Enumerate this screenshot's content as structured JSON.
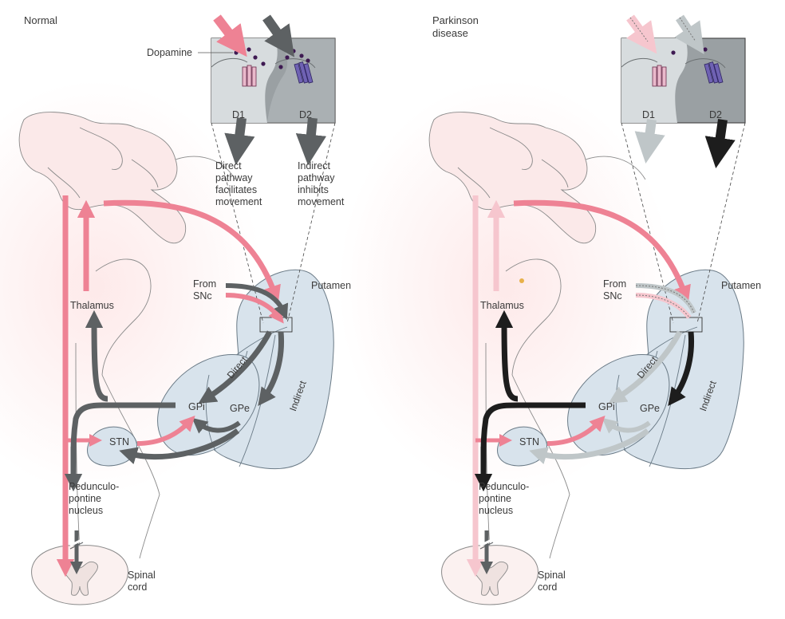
{
  "panels": [
    {
      "title": [
        "Normal"
      ],
      "dopamine_label": "Dopamine",
      "receptor_left": "D1",
      "receptor_right": "D2",
      "direct_caption": [
        "Direct",
        "pathway",
        "facilitates",
        "movement"
      ],
      "indirect_caption": [
        "Indirect",
        "pathway",
        "inhibits",
        "movement"
      ],
      "from_snc": [
        "From",
        "SNc"
      ],
      "putamen": "Putamen",
      "thalamus": "Thalamus",
      "direct": "Direct",
      "indirect": "Indirect",
      "gpi": "GPi",
      "gpe": "GPe",
      "stn": "STN",
      "ppn": [
        "Pedunculo-",
        "pontine",
        "nucleus"
      ],
      "spinal": [
        "Spinal",
        "cord"
      ]
    },
    {
      "title": [
        "Parkinson",
        "disease"
      ],
      "receptor_left": "D1",
      "receptor_right": "D2",
      "from_snc": [
        "From",
        "SNc"
      ],
      "putamen": "Putamen",
      "thalamus": "Thalamus",
      "direct": "Direct",
      "indirect": "Indirect",
      "gpi": "GPi",
      "gpe": "GPe",
      "stn": "STN",
      "ppn": [
        "Pedunculo-",
        "pontine",
        "nucleus"
      ],
      "spinal": [
        "Spinal",
        "cord"
      ]
    }
  ],
  "colors": {
    "excitatory": "#ee8294",
    "excitatory_faint": "#f6c6ce",
    "inhibitory": "#5d6163",
    "inhibitory_strong": "#1d1d1d",
    "inhibitory_faint": "#bfc6c8",
    "putamen_fill": "#d8e3ec",
    "inset_fill": "#9aa0a3",
    "cortex_fill": "#fbe9e9",
    "dopamine_dot": "#3e1a52"
  }
}
